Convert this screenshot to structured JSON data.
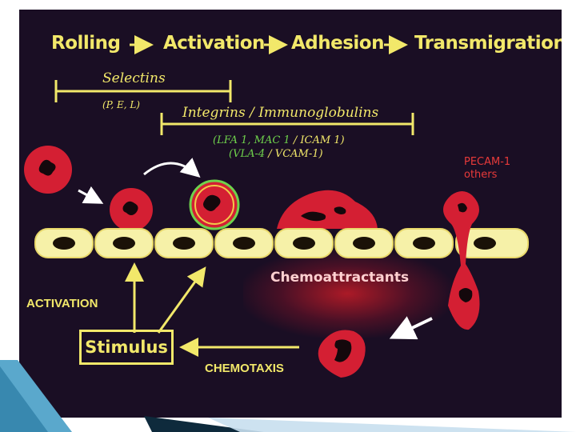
{
  "header": {
    "step1": "Rolling",
    "step2": "Activation",
    "step3": "Adhesion",
    "step4": "Transmigration"
  },
  "selectins": {
    "label": "Selectins",
    "subtypes": "(P, E, L)"
  },
  "integrins": {
    "label": "Integrins / Immunoglobulins",
    "pair1_left": "(LFA 1, MAC 1",
    "pair1_right": "/ ICAM 1)",
    "pair2_left": "(VLA-4",
    "pair2_right": "/ VCAM-1)"
  },
  "pecam": {
    "line1": "PECAM-1",
    "line2": "others"
  },
  "chemoattractants": "Chemoattractants",
  "activation": "ACTIVATION",
  "stimulus": "Stimulus",
  "chemotaxis": "CHEMOTAXIS",
  "colors": {
    "background": "#1a0e24",
    "text_yellow": "#f2e86a",
    "cell_red": "#d41f33",
    "endothelium": "#f6f1a8",
    "integrin_green": "#6fd24c"
  }
}
